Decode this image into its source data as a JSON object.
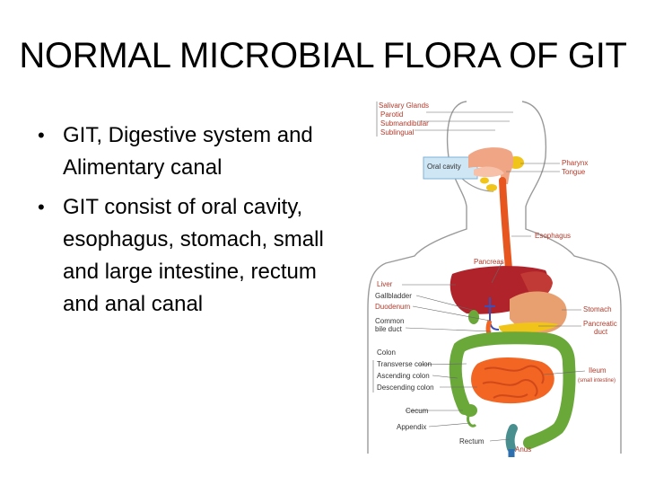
{
  "slide": {
    "title": "NORMAL MICROBIAL FLORA OF GIT",
    "bullets": [
      "GIT, Digestive system and Alimentary canal",
      "GIT consist of oral cavity, esophagus, stomach, small and large intestine, rectum and anal canal"
    ]
  },
  "diagram": {
    "labels": {
      "salivary_glands": "Salivary Glands",
      "parotid": "Parotid",
      "submandibular": "Submandibular",
      "sublingual": "Sublingual",
      "oral_cavity": "Oral cavity",
      "pharynx": "Pharynx",
      "tongue": "Tongue",
      "esophagus": "Esophagus",
      "pancreas": "Pancreas",
      "liver": "Liver",
      "gallbladder": "Gallbladder",
      "duodenum": "Duodenum",
      "common_bile_duct_1": "Common",
      "common_bile_duct_2": "bile duct",
      "stomach": "Stomach",
      "pancreatic_duct_1": "Pancreatic",
      "pancreatic_duct_2": "duct",
      "colon": "Colon",
      "transverse_colon": "Transverse colon",
      "ascending_colon": "Ascending colon",
      "descending_colon": "Descending colon",
      "ileum": "Ileum",
      "ileum_sub": "(small intestine)",
      "cecum": "Cecum",
      "appendix": "Appendix",
      "rectum": "Rectum",
      "anus": "Anus"
    },
    "colors": {
      "esophagus": "#e8561f",
      "liver": "#b0232a",
      "stomach": "#e8a070",
      "small_intestine": "#f26522",
      "colon": "#6aa83a",
      "pancreas": "#f0c419",
      "oral_cavity_box": "#cfe6f5",
      "body_outline": "#9a9a9a"
    }
  }
}
